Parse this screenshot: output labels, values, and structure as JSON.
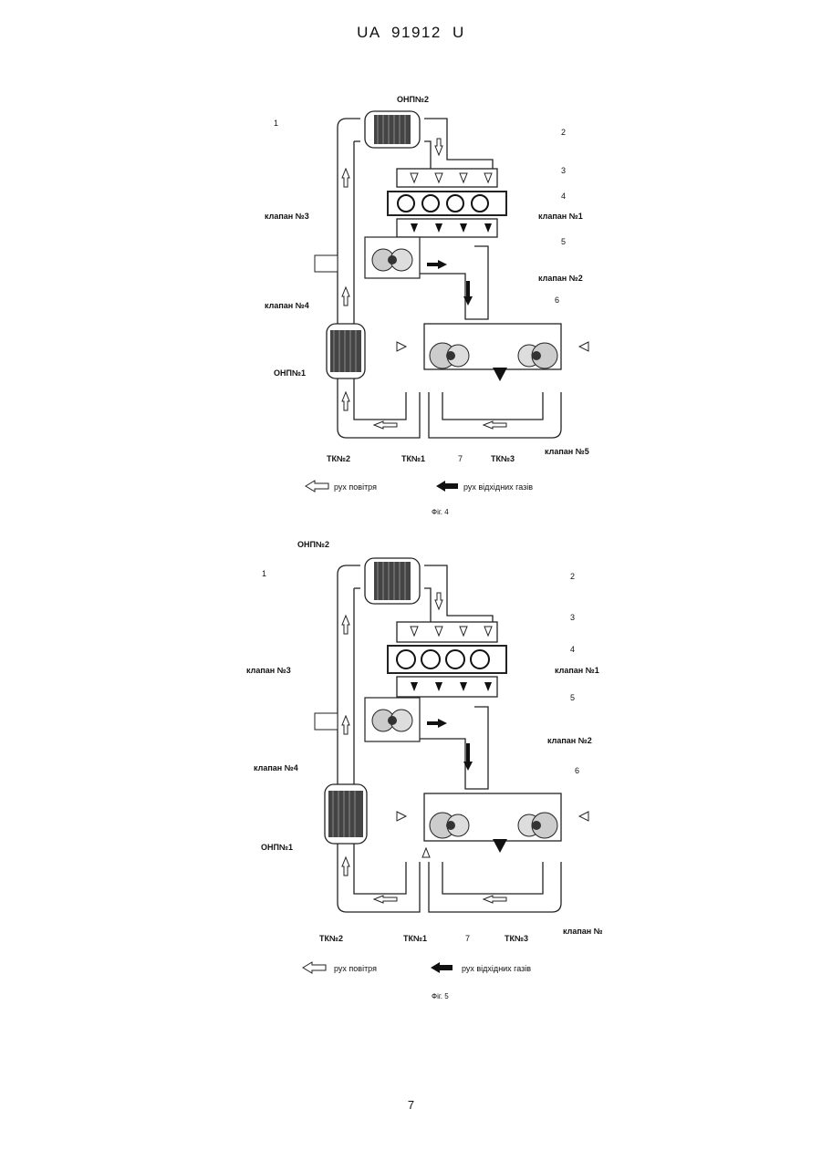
{
  "header": "UA 91912 U",
  "page_number": "7",
  "legend": {
    "air": "рух повітря",
    "exhaust": "рух відхідних газів"
  },
  "labels": {
    "onp2": "ОНП№2",
    "onp1": "ОНП№1",
    "valve1": "клапан №1",
    "valve2": "клапан №2",
    "valve3": "клапан №3",
    "valve4": "клапан №4",
    "valve5": "клапан №5",
    "tk1": "ТК№1",
    "tk2": "ТК№2",
    "tk3": "ТК№3",
    "n1": "1",
    "n2": "2",
    "n3": "3",
    "n4": "4",
    "n5": "5",
    "n6": "6",
    "n7": "7"
  },
  "figures": [
    {
      "caption": "Фіг. 4"
    },
    {
      "caption": "Фіг. 5"
    }
  ]
}
